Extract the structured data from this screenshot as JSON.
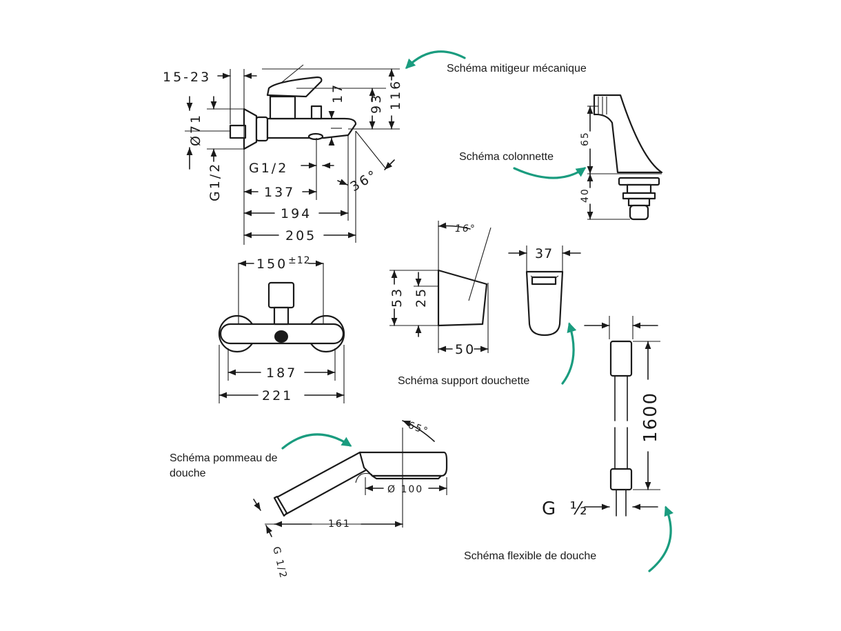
{
  "colors": {
    "accent": "#1a9c7f",
    "ink": "#1a1a1a"
  },
  "captions": {
    "mixer": "Schéma mitigeur mécanique",
    "column": "Schéma colonnette",
    "holder": "Schéma support douchette",
    "head_line1": "Schéma pommeau de",
    "head_line2": "douche",
    "hose": "Schéma flexible de douche"
  },
  "mixer_side": {
    "d_15_23": "15-23",
    "d_71": "Ø71",
    "d_g12_left": "G1/2",
    "d_g12": "G1/2",
    "d_17": "17",
    "d_93": "93",
    "d_116": "116",
    "d_36": "36°",
    "d_137": "137",
    "d_194": "194",
    "d_205": "205"
  },
  "mixer_front": {
    "d_150": "150",
    "d_150_tol": "±12",
    "d_187": "187",
    "d_221": "221"
  },
  "column": {
    "d_65": "65",
    "d_40": "40"
  },
  "holder": {
    "d_16": "16°",
    "d_53": "53",
    "d_25": "25",
    "d_50": "50",
    "d_37": "37"
  },
  "hose": {
    "d_1600": "1600",
    "d_g12": "G ½"
  },
  "head": {
    "d_65": "65°",
    "d_100": "Ø 100",
    "d_161": "161",
    "d_g12": "G 1/2"
  }
}
